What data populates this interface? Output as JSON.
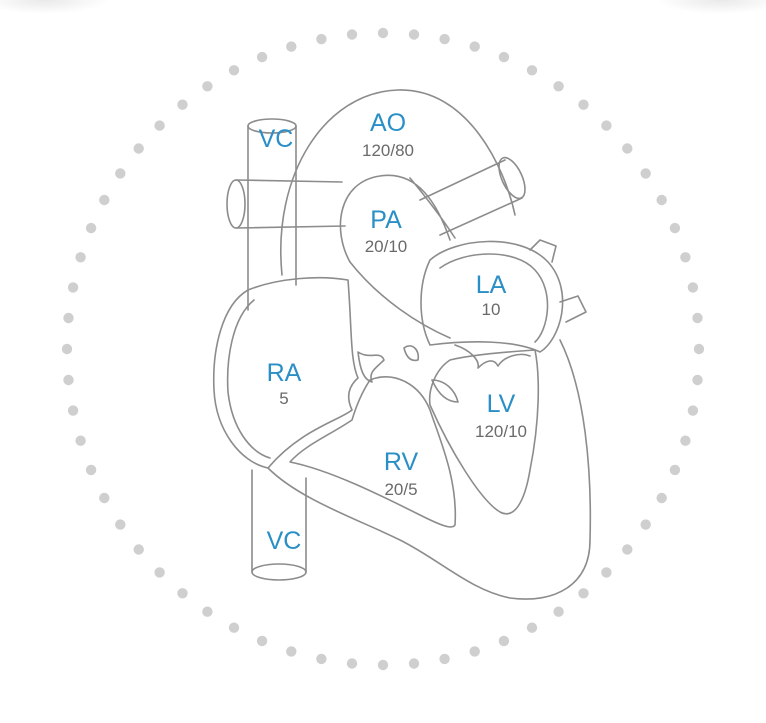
{
  "colors": {
    "label": "#2a8fc7",
    "value": "#6a6a6a",
    "outline": "#8c8c8c",
    "dots": "#cfcfcf"
  },
  "chambers": {
    "ao": {
      "label": "AO",
      "value": "120/80"
    },
    "pa": {
      "label": "PA",
      "value": "20/10"
    },
    "la": {
      "label": "LA",
      "value": "10"
    },
    "ra": {
      "label": "RA",
      "value": "5"
    },
    "lv": {
      "label": "LV",
      "value": "120/10"
    },
    "rv": {
      "label": "RV",
      "value": "20/5"
    },
    "vc_top": {
      "label": "VC"
    },
    "vc_bottom": {
      "label": "VC"
    }
  }
}
